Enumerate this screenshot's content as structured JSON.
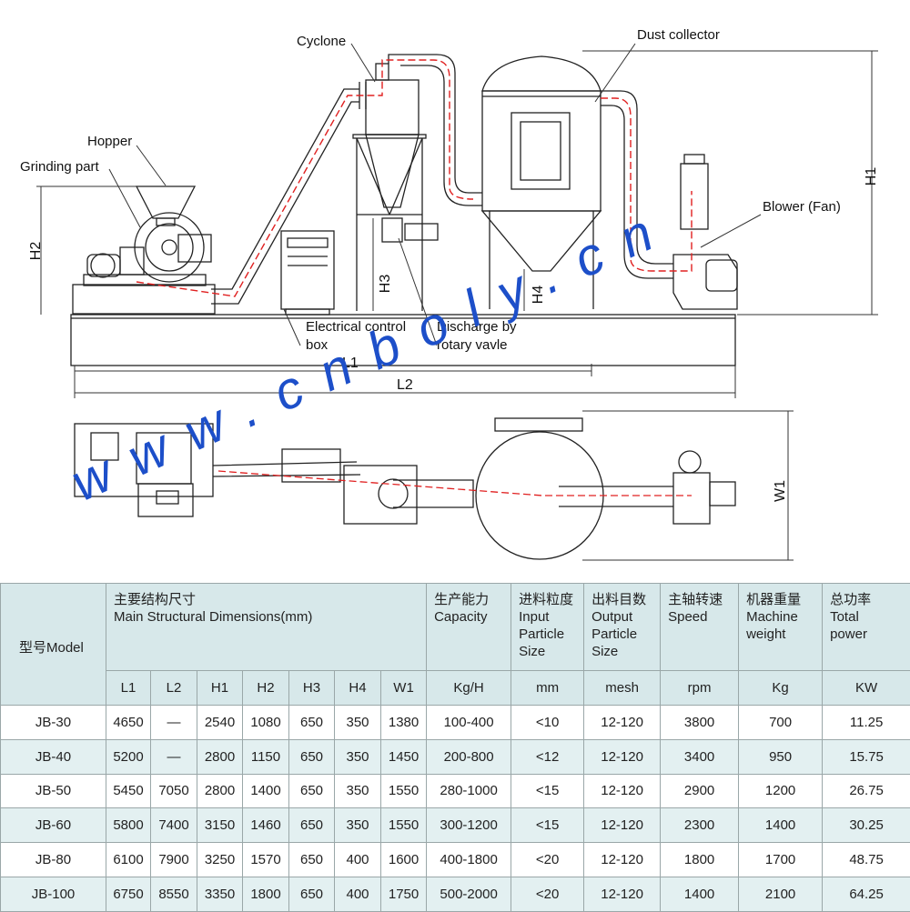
{
  "labels": {
    "cyclone": "Cyclone",
    "dust_collector": "Dust collector",
    "hopper": "Hopper",
    "grinding_part": "Grinding part",
    "blower": "Blower (Fan)",
    "electrical_control_1": "Electrical control",
    "electrical_control_2": "box",
    "discharge_1": "Discharge by",
    "discharge_2": "rotary vavle"
  },
  "dimension_labels": {
    "h1": "H1",
    "h2": "H2",
    "h3": "H3",
    "h4": "H4",
    "l1": "L1",
    "l2": "L2",
    "w1": "W1"
  },
  "watermark": "www.cnboly.cn",
  "table": {
    "model_header": "型号Model",
    "dims_header_zh": "主要结构尺寸",
    "dims_header_en": "Main Structural Dimensions(mm)",
    "capacity_zh": "生产能力",
    "capacity_en": "Capacity",
    "input_zh": "进料粒度",
    "input_en_1": "Input",
    "input_en_2": "Particle",
    "input_en_3": "Size",
    "output_zh": "出料目数",
    "output_en_1": "Output",
    "output_en_2": "Particle",
    "output_en_3": "Size",
    "speed_zh": "主轴转速",
    "speed_en": "Speed",
    "weight_zh": "机器重量",
    "weight_en_1": "Machine",
    "weight_en_2": "weight",
    "power_zh": "总功率",
    "power_en_1": "Total",
    "power_en_2": "power",
    "units": [
      "L1",
      "L2",
      "H1",
      "H2",
      "H3",
      "H4",
      "W1",
      "Kg/H",
      "mm",
      "mesh",
      "rpm",
      "Kg",
      "KW"
    ],
    "rows": [
      [
        "JB-30",
        "4650",
        "—",
        "2540",
        "1080",
        "650",
        "350",
        "1380",
        "100-400",
        "<10",
        "12-120",
        "3800",
        "700",
        "11.25"
      ],
      [
        "JB-40",
        "5200",
        "—",
        "2800",
        "1150",
        "650",
        "350",
        "1450",
        "200-800",
        "<12",
        "12-120",
        "3400",
        "950",
        "15.75"
      ],
      [
        "JB-50",
        "5450",
        "7050",
        "2800",
        "1400",
        "650",
        "350",
        "1550",
        "280-1000",
        "<15",
        "12-120",
        "2900",
        "1200",
        "26.75"
      ],
      [
        "JB-60",
        "5800",
        "7400",
        "3150",
        "1460",
        "650",
        "350",
        "1550",
        "300-1200",
        "<15",
        "12-120",
        "2300",
        "1400",
        "30.25"
      ],
      [
        "JB-80",
        "6100",
        "7900",
        "3250",
        "1570",
        "650",
        "400",
        "1600",
        "400-1800",
        "<20",
        "12-120",
        "1800",
        "1700",
        "48.75"
      ],
      [
        "JB-100",
        "6750",
        "8550",
        "3350",
        "1800",
        "650",
        "400",
        "1750",
        "500-2000",
        "<20",
        "12-120",
        "1400",
        "2100",
        "64.25"
      ]
    ]
  }
}
